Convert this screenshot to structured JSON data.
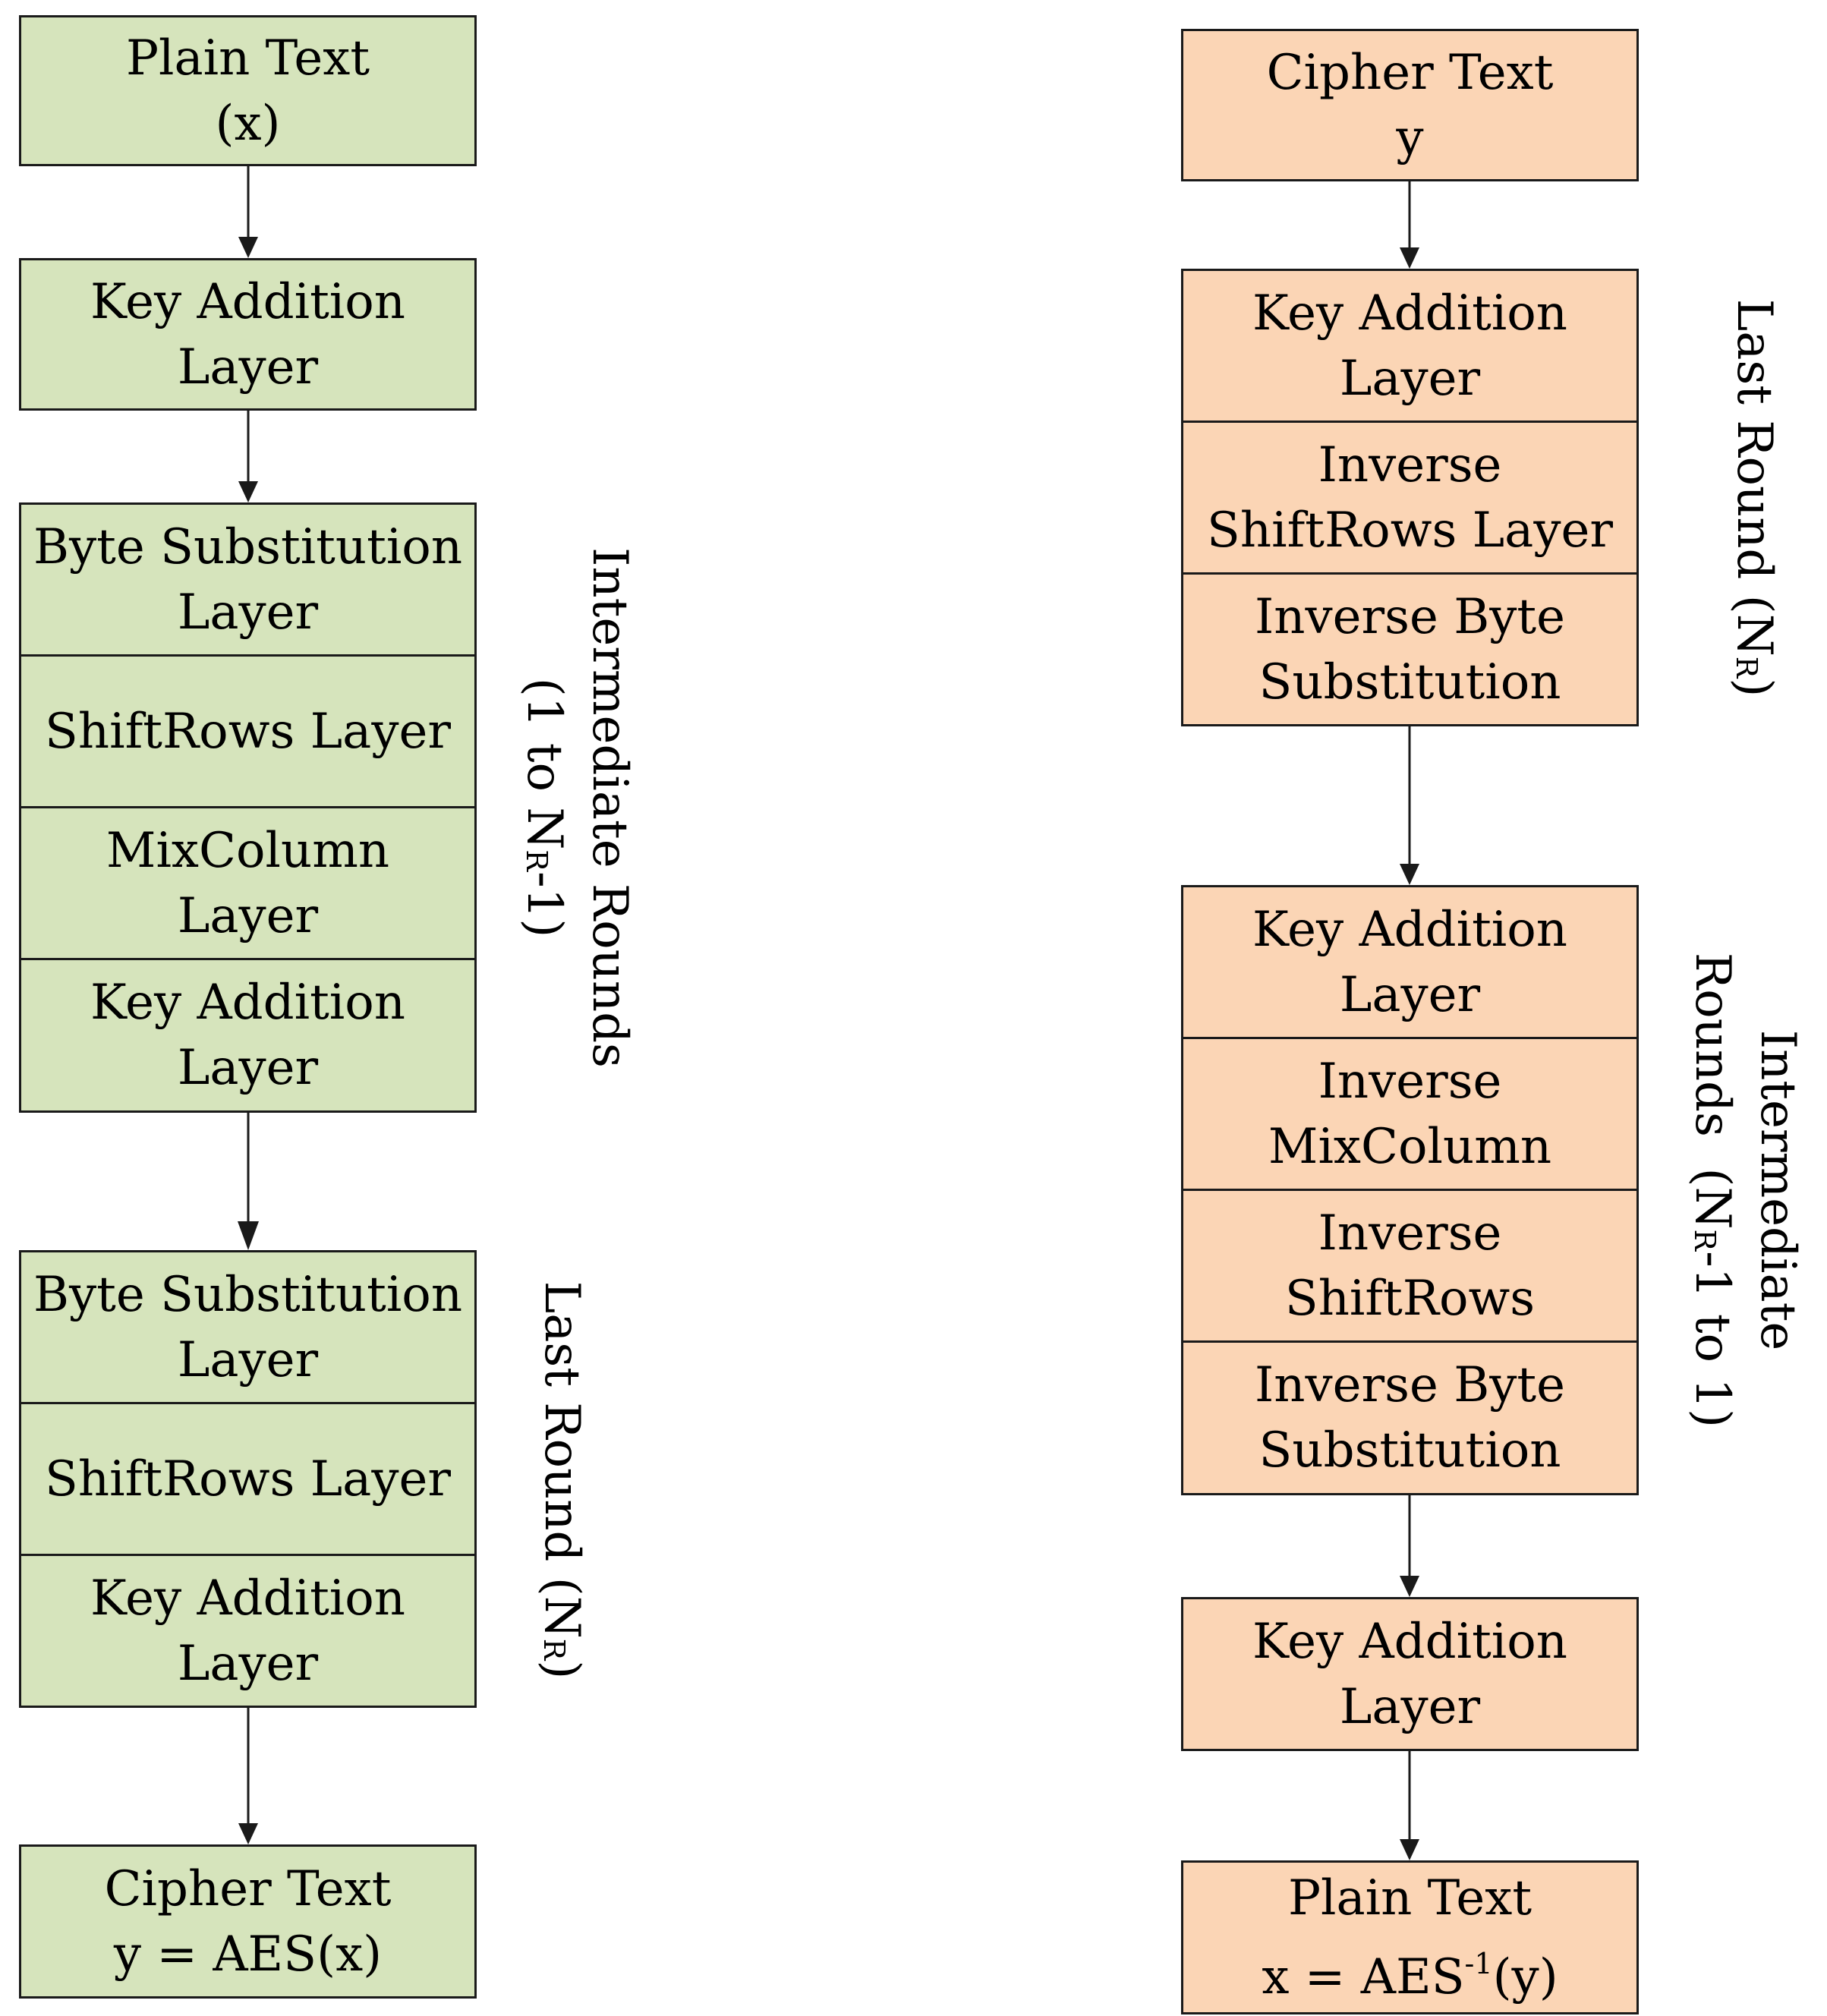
{
  "encryption": {
    "plaintext": {
      "line1": "Plain Text",
      "line2": "(x)"
    },
    "initial_key_addition": {
      "line1": "Key Addition",
      "line2": "Layer"
    },
    "intermediate": [
      {
        "line1": "Byte Substitution",
        "line2": "Layer"
      },
      {
        "line1": "ShiftRows Layer",
        "line2": ""
      },
      {
        "line1": "MixColumn",
        "line2": "Layer"
      },
      {
        "line1": "Key Addition",
        "line2": "Layer"
      }
    ],
    "intermediate_label": {
      "line1": "Intermediate Rounds",
      "line2_pre": "(1 to N",
      "line2_sub": "R",
      "line2_post": "-1)"
    },
    "last": [
      {
        "line1": "Byte Substitution",
        "line2": "Layer"
      },
      {
        "line1": "ShiftRows Layer",
        "line2": ""
      },
      {
        "line1": "Key Addition",
        "line2": "Layer"
      }
    ],
    "last_label": {
      "pre": "Last Round (N",
      "sub": "R",
      "post": ")"
    },
    "ciphertext": {
      "line1": "Cipher Text",
      "line2": "y = AES(x)"
    }
  },
  "decryption": {
    "ciphertext": {
      "line1": "Cipher Text",
      "line2": "y"
    },
    "last": [
      {
        "line1": "Key Addition",
        "line2": "Layer"
      },
      {
        "line1": "Inverse",
        "line2": "ShiftRows Layer"
      },
      {
        "line1": "Inverse Byte",
        "line2": "Substitution"
      }
    ],
    "last_label": {
      "pre": "Last Round (N",
      "sub": "R",
      "post": ")"
    },
    "intermediate": [
      {
        "line1": "Key Addition",
        "line2": "Layer"
      },
      {
        "line1": "Inverse",
        "line2": "MixColumn"
      },
      {
        "line1": "Inverse",
        "line2": "ShiftRows"
      },
      {
        "line1": "Inverse Byte",
        "line2": "Substitution"
      }
    ],
    "intermediate_label": {
      "line1": "Intermediate",
      "line2_pre": "Rounds  (N",
      "line2_sub": "R",
      "line2_post": "-1 to 1)"
    },
    "final_key_addition": {
      "line1": "Key Addition",
      "line2": "Layer"
    },
    "plaintext": {
      "line1": "Plain Text",
      "line2_pre": "x = AES",
      "line2_sup": "-1",
      "line2_post": "(y)"
    }
  },
  "colors": {
    "encryption_fill": "#d6e4bc",
    "decryption_fill": "#fbd5b5",
    "stroke": "#1a1a1a"
  }
}
